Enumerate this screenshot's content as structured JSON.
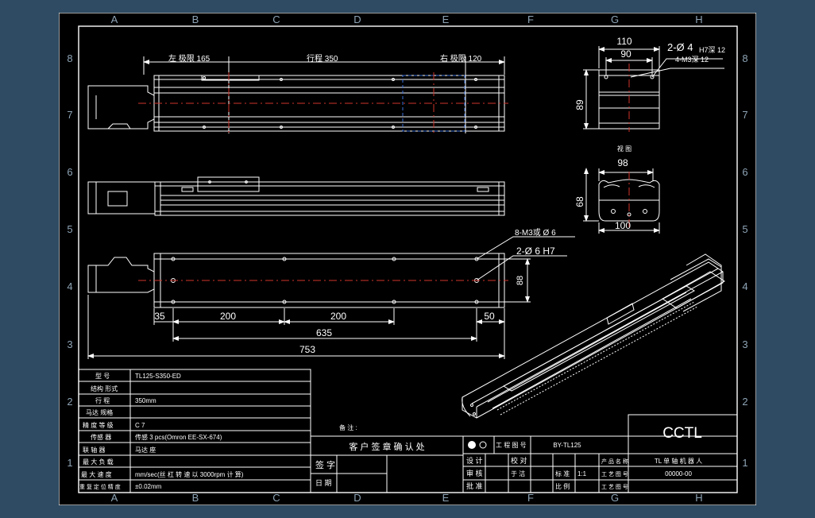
{
  "zones": {
    "columns": [
      "A",
      "B",
      "C",
      "D",
      "E",
      "F",
      "G",
      "H"
    ],
    "rows": [
      "8",
      "7",
      "6",
      "5",
      "4",
      "3",
      "2",
      "1"
    ]
  },
  "top_view": {
    "left_limit": "左 极限 165",
    "stroke": "行程 350",
    "right_limit": "右 极限 120"
  },
  "section": {
    "width_outer": "110",
    "width_inner": "90",
    "hole_callout": "2-Ø 4",
    "hole_depth": "H7深 12",
    "thread_callout": "4-M3深 12",
    "height": "89",
    "label": "视 图"
  },
  "end_view": {
    "top_width": "98",
    "height": "68",
    "bottom_width": "100"
  },
  "bottom_view": {
    "holes_callout": "8-M3或 Ø 6",
    "pin_callout": "2-Ø 6 H7",
    "vertical_dim": "88",
    "dims": [
      "35",
      "200",
      "200",
      "50"
    ],
    "hole_span": "635",
    "overall": "753"
  },
  "spec_table": {
    "rows": [
      {
        "label": "型 号",
        "value": "TL125-S350-ED"
      },
      {
        "label": "结构 形式",
        "value": ""
      },
      {
        "label": "行 程",
        "value": "350mm"
      },
      {
        "label": "马达 规格",
        "value": ""
      },
      {
        "label": "精 度 等 级",
        "value": "C 7"
      },
      {
        "label": "传感 器",
        "value": "传感 3 pcs(Omron EE-SX-674)"
      },
      {
        "label": "联 轴 器",
        "value": "马达 座"
      },
      {
        "label": "最 大 负 载",
        "value": ""
      },
      {
        "label": "最 大 速 度",
        "value": "mm/sec(丝 杠 转 速 以 3000rpm 计 算)"
      },
      {
        "label": "重 复 定 位 精 度",
        "value": "±0.02mm"
      }
    ]
  },
  "confirmation": {
    "note_label": "备 注 :",
    "header": "客 户 签 章 确 认 处",
    "sign_label": "签 字",
    "date_label": "日 期"
  },
  "title_block": {
    "company": "CCTL",
    "drawing_label": "工 程 图 号",
    "drawing_no": "BY-TL125",
    "design_label": "设 计",
    "review_label": "审 核",
    "approve_label": "批 准",
    "check_label": "校 对",
    "standard_label": "标 准",
    "drafter": "于 洁",
    "scale_label": "比 例",
    "scale": "1:1",
    "product_name_label": "产 品 名 称",
    "product_name": "TL 单 轴 机 器 人",
    "process_label": "工 艺 图 号",
    "process_value": "00000-00",
    "sheet_label": "工 艺 图 号"
  },
  "colors": {
    "background": "#2f4b63",
    "sheet": "#000000",
    "line": "#ffffff",
    "centerline": "#d0342c",
    "hidden": "#3a6fd8",
    "zone_text": "#8ea4b6"
  }
}
